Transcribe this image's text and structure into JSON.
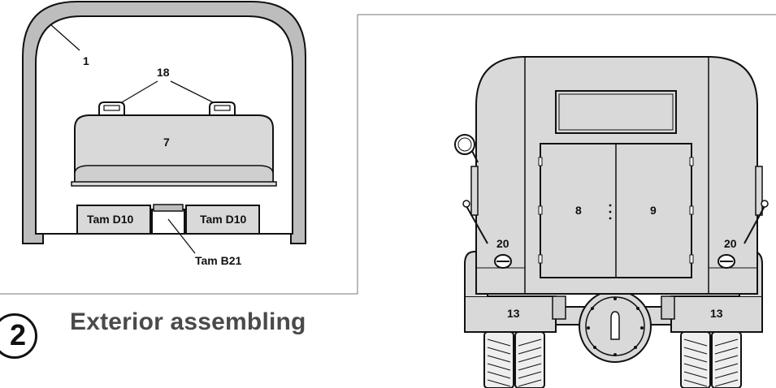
{
  "step": {
    "number": "2",
    "title": "Exterior assembling"
  },
  "callouts": {
    "left": {
      "frame": "1",
      "handles": "18",
      "box": "7",
      "part_left": "Tam D10",
      "part_right": "Tam D10",
      "center_part": "Tam B21"
    },
    "right": {
      "door_left": "8",
      "door_right": "9",
      "light_left": "20",
      "light_right": "20",
      "fender_left": "13",
      "fender_right": "13"
    }
  },
  "colors": {
    "fill": "#d9d9d9",
    "stroke": "#111111",
    "frame": "#bdbdbd",
    "heading": "#4a4a4a"
  }
}
